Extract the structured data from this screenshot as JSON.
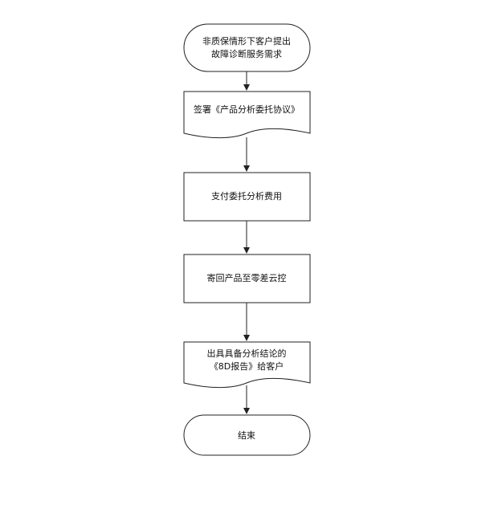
{
  "diagram": {
    "nodes": [
      {
        "id": "start",
        "kind": "terminator",
        "lines": [
          "非质保情形下客户提出",
          "故障诊断服务需求"
        ]
      },
      {
        "id": "sign",
        "kind": "document",
        "lines": [
          "签署《产品分析委托协议》"
        ]
      },
      {
        "id": "pay",
        "kind": "process",
        "lines": [
          "支付委托分析费用"
        ]
      },
      {
        "id": "send",
        "kind": "process",
        "lines": [
          "寄回产品至零差云控"
        ]
      },
      {
        "id": "report",
        "kind": "document",
        "lines": [
          "出具具备分析结论的",
          "《8D报告》给客户"
        ]
      },
      {
        "id": "end",
        "kind": "terminator",
        "lines": [
          "结束"
        ]
      }
    ],
    "edges": [
      {
        "from": "start",
        "to": "sign"
      },
      {
        "from": "sign",
        "to": "pay"
      },
      {
        "from": "pay",
        "to": "send"
      },
      {
        "from": "send",
        "to": "report"
      },
      {
        "from": "report",
        "to": "end"
      }
    ]
  }
}
